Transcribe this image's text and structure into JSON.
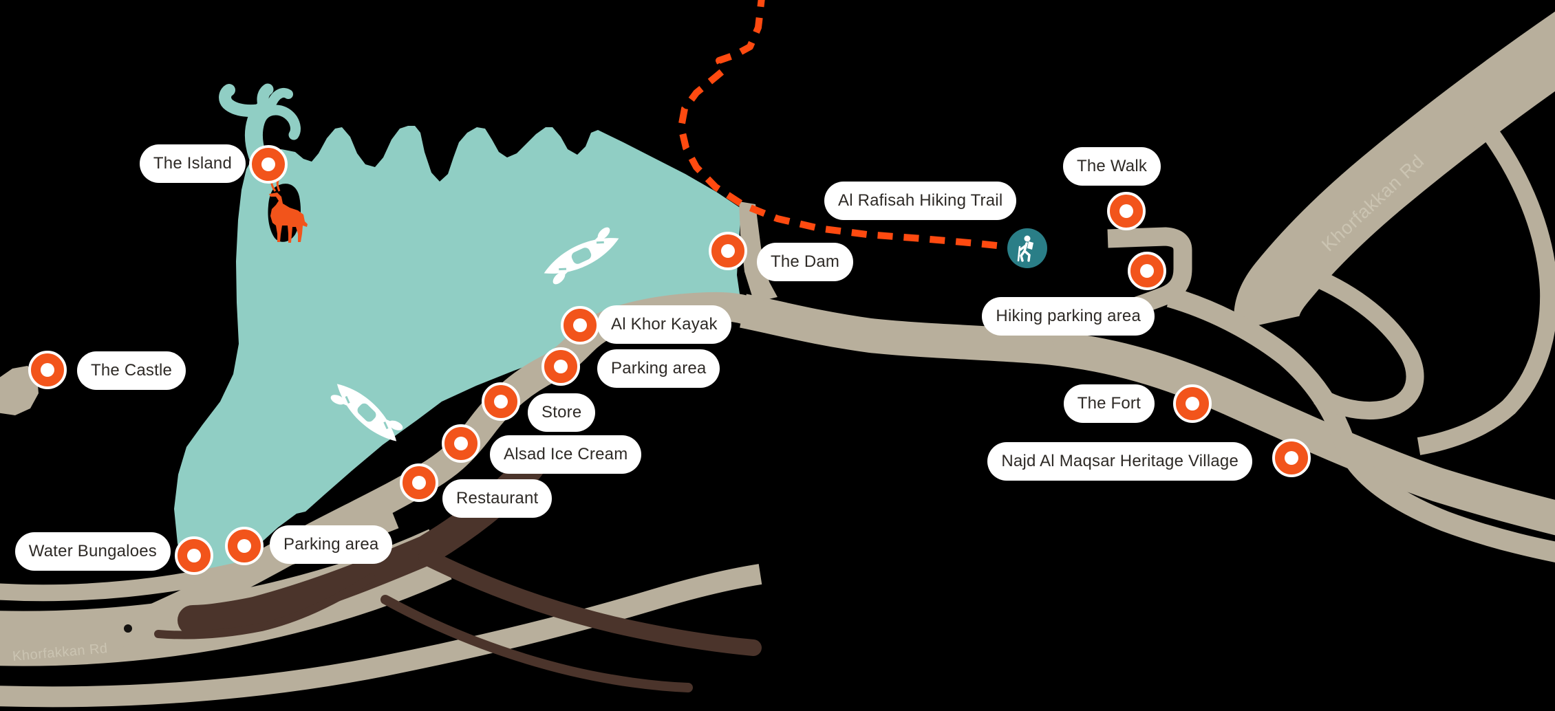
{
  "map": {
    "colors": {
      "background": "#000000",
      "lake": "#90cec4",
      "road": "#b8af9c",
      "road_label": "#cbc4b2",
      "marker_orange": "#f2541b",
      "trail_orange": "#ff4a10",
      "hiker_badge_teal": "#2a7e87",
      "wadi_brown": "#4b342b",
      "pill_background": "#ffffff",
      "pill_text": "#2e2a26"
    },
    "icons": [
      "kayak-icon",
      "deer-icon",
      "hiker-icon",
      "poi-marker"
    ],
    "road_labels": [
      {
        "text": "Khorfakkan Rd"
      },
      {
        "text": "Khorfakkan Rd"
      }
    ],
    "pois": [
      {
        "id": "the-island",
        "label": "The Island"
      },
      {
        "id": "the-castle",
        "label": "The Castle"
      },
      {
        "id": "water-bungaloes",
        "label": "Water Bungaloes"
      },
      {
        "id": "parking-area-south",
        "label": "Parking area"
      },
      {
        "id": "restaurant",
        "label": "Restaurant"
      },
      {
        "id": "alsad-ice-cream",
        "label": "Alsad Ice Cream"
      },
      {
        "id": "store",
        "label": "Store"
      },
      {
        "id": "parking-area-lake",
        "label": "Parking area"
      },
      {
        "id": "al-khor-kayak",
        "label": "Al Khor Kayak"
      },
      {
        "id": "the-dam",
        "label": "The Dam"
      },
      {
        "id": "al-rafisah-hiking-trail",
        "label": "Al Rafisah Hiking Trail"
      },
      {
        "id": "the-walk",
        "label": "The Walk"
      },
      {
        "id": "hiking-parking-area",
        "label": "Hiking parking area"
      },
      {
        "id": "the-fort",
        "label": "The Fort"
      },
      {
        "id": "najd-al-maqsar",
        "label": "Najd Al Maqsar Heritage Village"
      }
    ]
  }
}
